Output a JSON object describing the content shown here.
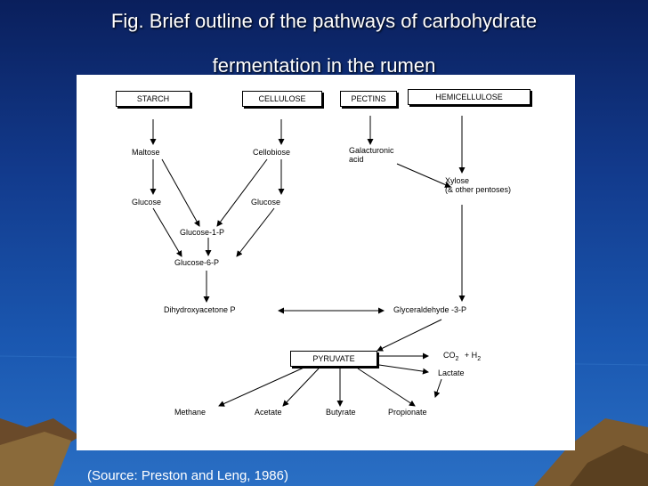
{
  "title": {
    "line1": "Fig. Brief outline of the pathways of carbohydrate",
    "line2": "fermentation in the rumen"
  },
  "diagram": {
    "sources": {
      "starch": "STARCH",
      "cellulose": "CELLULOSE",
      "pectins": "PECTINS",
      "hemicellulose": "HEMICELLULOSE"
    },
    "nodes": {
      "maltose": "Maltose",
      "cellobiose": "Cellobiose",
      "galacturonic_1": "Galacturonic",
      "galacturonic_2": "acid",
      "xylose_1": "Xylose",
      "xylose_2": "(& other pentoses)",
      "glucose_left": "Glucose",
      "glucose_right": "Glucose",
      "glucose_1p": "Glucose-1-P",
      "glucose_6p": "Glucose-6-P",
      "dihydroxyacetone": "Dihydroxyacetone P",
      "glyceraldehyde": "Glyceraldehyde -3-P",
      "pyruvate": "PYRUVATE",
      "co2": "CO",
      "co2_sub": "2",
      "h2": "+ H",
      "h2_sub": "2",
      "lactate": "Lactate",
      "methane": "Methane",
      "acetate": "Acetate",
      "butyrate": "Butyrate",
      "propionate": "Propionate"
    }
  },
  "source_note": "(Source: Preston and Leng, 1986)"
}
